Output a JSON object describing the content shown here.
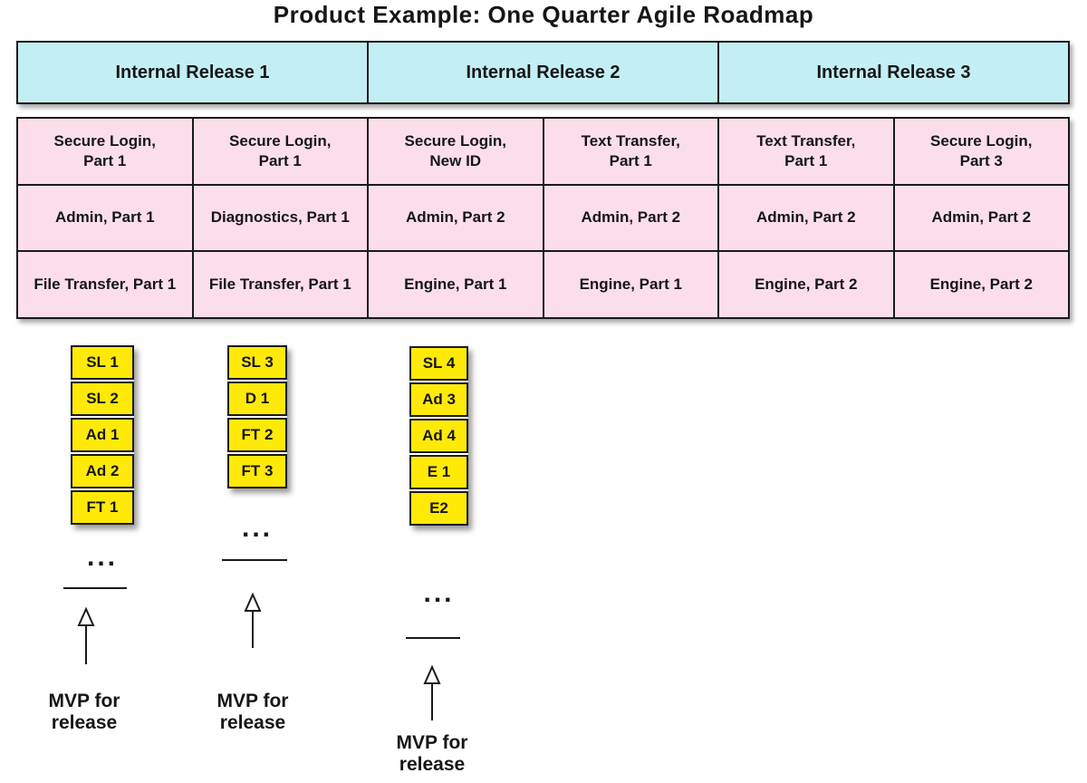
{
  "title": "Product Example: One Quarter Agile Roadmap",
  "releases": [
    {
      "label": "Internal Release 1"
    },
    {
      "label": "Internal Release 2"
    },
    {
      "label": "Internal Release 3"
    }
  ],
  "feature_grid": {
    "rows": [
      [
        "Secure Login,\nPart 1",
        "Secure Login,\nPart 1",
        "Secure Login,\nNew ID",
        "Text Transfer,\nPart 1",
        "Text Transfer,\nPart 1",
        "Secure Login,\nPart 3"
      ],
      [
        "Admin, Part 1",
        "Diagnostics, Part 1",
        "Admin, Part 2",
        "Admin, Part 2",
        "Admin, Part 2",
        "Admin, Part 2"
      ],
      [
        "File Transfer, Part 1",
        "File Transfer, Part 1",
        "Engine, Part 1",
        "Engine, Part 1",
        "Engine, Part 2",
        "Engine, Part 2"
      ]
    ]
  },
  "backlogs": [
    {
      "cards": [
        "SL 1",
        "SL 2",
        "Ad 1",
        "Ad 2",
        "FT 1"
      ],
      "ellipsis": "...",
      "mvp_label": "MVP for\nrelease"
    },
    {
      "cards": [
        "SL 3",
        "D 1",
        "FT 2",
        "FT 3"
      ],
      "ellipsis": "...",
      "mvp_label": "MVP for\nrelease"
    },
    {
      "cards": [
        "SL 4",
        "Ad 3",
        "Ad 4",
        "E 1",
        "E2"
      ],
      "ellipsis": "...",
      "mvp_label": "MVP for\nrelease"
    }
  ],
  "colors": {
    "release_fill": "#c2eef4",
    "feature_fill": "#fbdeea",
    "card_fill": "#ffe907",
    "outline": "#1a1a1a"
  }
}
